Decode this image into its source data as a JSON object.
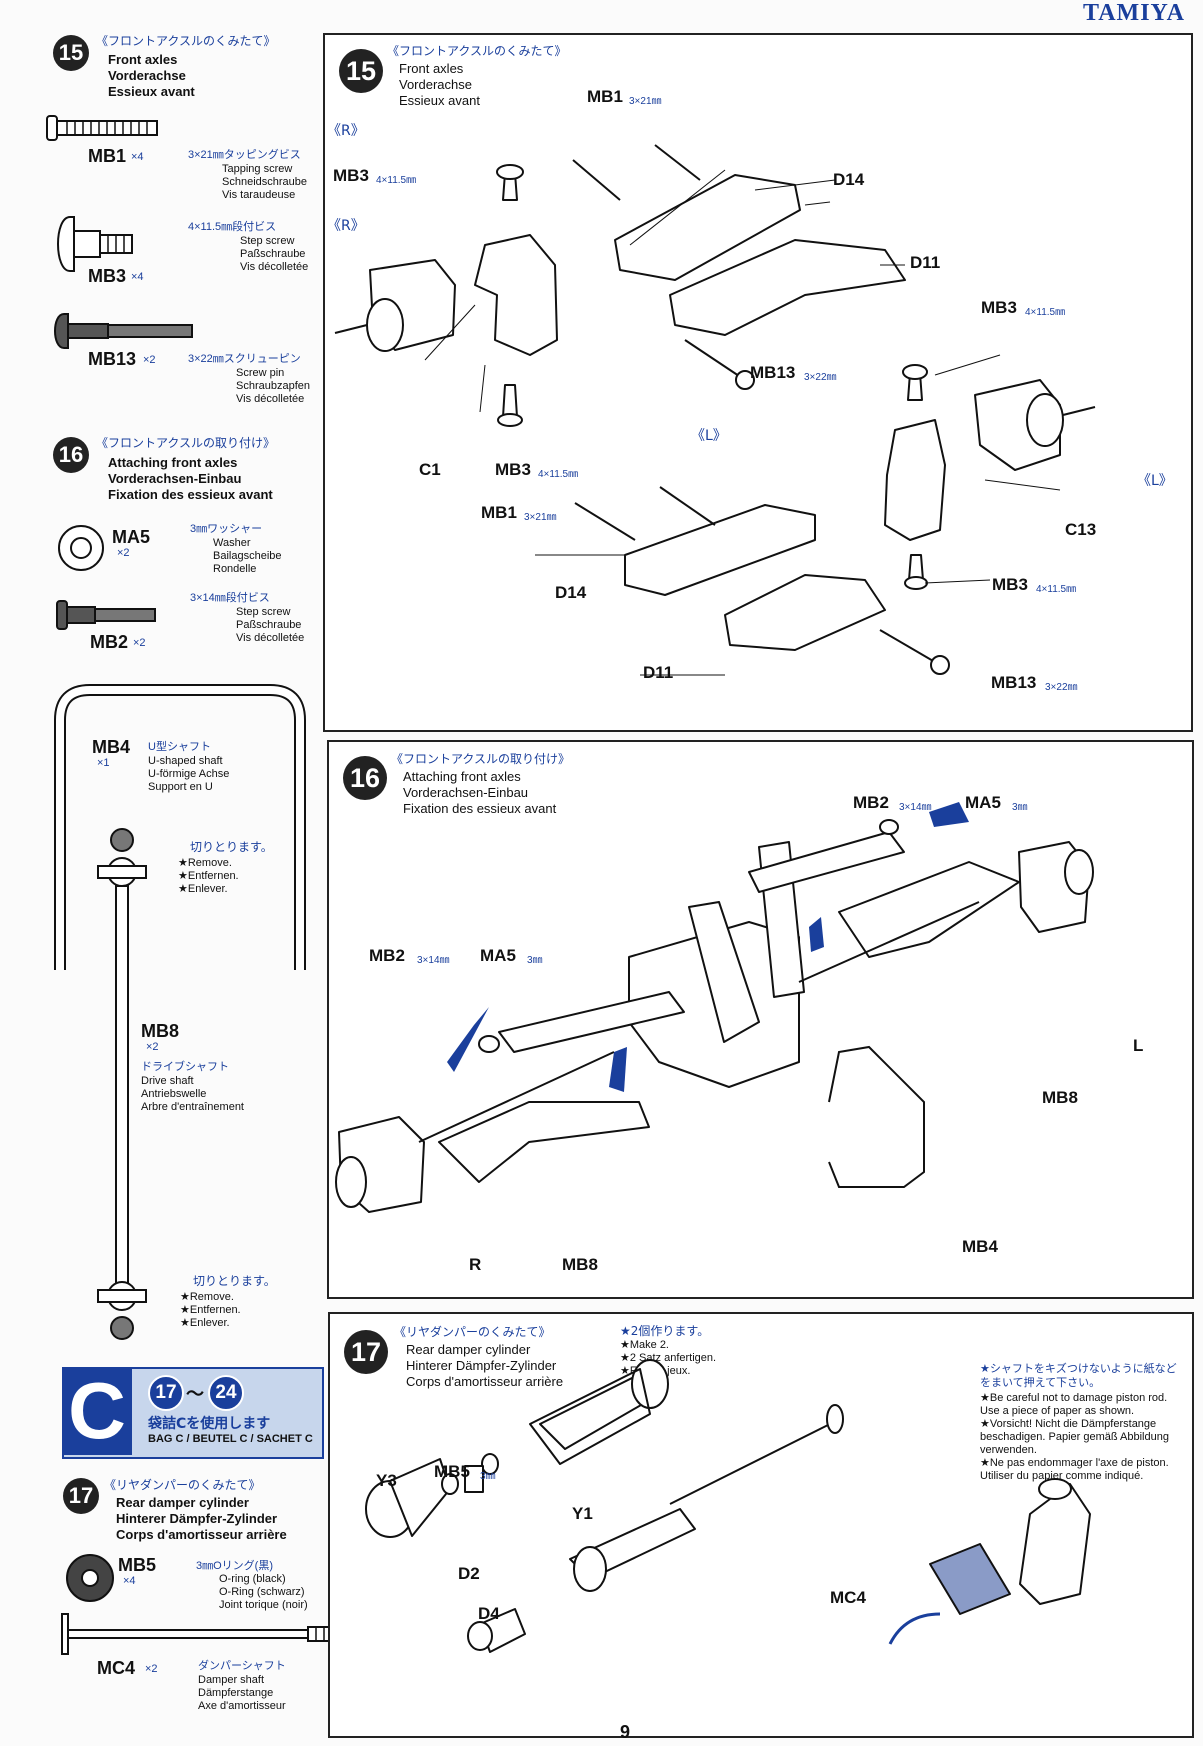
{
  "brand": "TAMIYA",
  "page_number": "9",
  "colors": {
    "accent": "#1a3f9c",
    "ink": "#111111",
    "bag_bg": "#c7d6ec"
  },
  "sidebar": {
    "step15": {
      "num": "15",
      "jp": "《フロントアクスルのくみたて》",
      "en": "Front axles",
      "de": "Vorderachse",
      "fr": "Essieux avant",
      "parts": [
        {
          "code": "MB1",
          "qty": "×4",
          "spec": "3×21㎜タッピングビス",
          "t1": "Tapping screw",
          "t2": "Schneidschraube",
          "t3": "Vis taraudeuse"
        },
        {
          "code": "MB3",
          "qty": "×4",
          "spec": "4×11.5㎜段付ビス",
          "t1": "Step screw",
          "t2": "Paßschraube",
          "t3": "Vis décolletée"
        },
        {
          "code": "MB13",
          "qty": "×2",
          "spec": "3×22㎜スクリューピン",
          "t1": "Screw pin",
          "t2": "Schraubzapfen",
          "t3": "Vis décolletée"
        }
      ]
    },
    "step16": {
      "num": "16",
      "jp": "《フロントアクスルの取り付け》",
      "en": "Attaching front axles",
      "de": "Vorderachsen-Einbau",
      "fr": "Fixation des essieux avant",
      "parts": [
        {
          "code": "MA5",
          "qty": "×2",
          "spec": "3㎜ワッシャー",
          "t1": "Washer",
          "t2": "Bailagscheibe",
          "t3": "Rondelle"
        },
        {
          "code": "MB2",
          "qty": "×2",
          "spec": "3×14㎜段付ビス",
          "t1": "Step screw",
          "t2": "Paßschraube",
          "t3": "Vis décolletée"
        },
        {
          "code": "MB4",
          "qty": "×1",
          "spec": "U型シャフト",
          "t1": "U-shaped shaft",
          "t2": "U-förmige Achse",
          "t3": "Support en U"
        },
        {
          "code": "MB8",
          "qty": "×2",
          "spec": "ドライブシャフト",
          "t1": "Drive shaft",
          "t2": "Antriebswelle",
          "t3": "Arbre d'entraînement"
        }
      ],
      "remove_jp": "切りとります。",
      "remove_en": "★Remove.",
      "remove_de": "★Entfernen.",
      "remove_fr": "★Enlever."
    },
    "bag": {
      "letter": "C",
      "from": "17",
      "tilde": "～",
      "to": "24",
      "jp": "袋詰Cを使用します",
      "en": "BAG C / BEUTEL C / SACHET C"
    },
    "step17": {
      "num": "17",
      "jp": "《リヤダンパーのくみたて》",
      "en": "Rear damper cylinder",
      "de": "Hinterer Dämpfer-Zylinder",
      "fr": "Corps d'amortisseur arrière",
      "parts": [
        {
          "code": "MB5",
          "qty": "×4",
          "spec": "3㎜Oリング(黒)",
          "t1": "O-ring (black)",
          "t2": "O-Ring (schwarz)",
          "t3": "Joint torique (noir)"
        },
        {
          "code": "MC4",
          "qty": "×2",
          "spec": "ダンパーシャフト",
          "t1": "Damper shaft",
          "t2": "Dämpferstange",
          "t3": "Axe d'amortisseur"
        }
      ]
    }
  },
  "panel15": {
    "num": "15",
    "jp": "《フロントアクスルのくみたて》",
    "en": "Front axles",
    "de": "Vorderachse",
    "fr": "Essieux avant",
    "labels": {
      "R_top": "《R》",
      "R_mid": "《R》",
      "L_mid": "《L》",
      "L_right": "《L》",
      "MB1_a": "MB1",
      "MB1_a_spec": "3×21㎜",
      "MB3_a": "MB3",
      "MB3_a_spec": "4×11.5㎜",
      "D14_a": "D14",
      "D11_a": "D11",
      "MB13_a": "MB13",
      "MB13_a_spec": "3×22㎜",
      "MB3_b": "MB3",
      "MB3_b_spec": "4×11.5㎜",
      "C1": "C1",
      "MB3_c": "MB3",
      "MB3_c_spec": "4×11.5㎜",
      "MB1_b": "MB1",
      "MB1_b_spec": "3×21㎜",
      "C13": "C13",
      "D14_b": "D14",
      "MB3_d": "MB3",
      "MB3_d_spec": "4×11.5㎜",
      "D11_b": "D11",
      "MB13_b": "MB13",
      "MB13_b_spec": "3×22㎜"
    }
  },
  "panel16": {
    "num": "16",
    "jp": "《フロントアクスルの取り付け》",
    "en": "Attaching front axles",
    "de": "Vorderachsen-Einbau",
    "fr": "Fixation des essieux avant",
    "labels": {
      "MB2_r": "MB2",
      "MB2_r_spec": "3×14㎜",
      "MA5_r": "MA5",
      "MA5_r_spec": "3㎜",
      "MB2_l": "MB2",
      "MB2_l_spec": "3×14㎜",
      "MA5_l": "MA5",
      "MA5_l_spec": "3㎜",
      "L": "L",
      "MB8_r": "MB8",
      "MB4": "MB4",
      "R": "R",
      "MB8_l": "MB8"
    }
  },
  "panel17": {
    "num": "17",
    "jp": "《リヤダンパーのくみたて》",
    "en": "Rear damper cylinder",
    "de": "Hinterer Dämpfer-Zylinder",
    "fr": "Corps d'amortisseur arrière",
    "make_jp": "★2個作ります。",
    "make_en": "★Make 2.",
    "make_de": "★2 Satz anfertigen.",
    "make_fr": "★Faire 2 jeux.",
    "note_jp": "★シャフトをキズつけないように紙などをまいて押えて下さい。",
    "note_en": "★Be careful not to damage piston rod. Use a piece of paper as shown.",
    "note_de": "★Vorsicht! Nicht die Dämpferstange beschadigen. Papier gemäß Abbildung verwenden.",
    "note_fr": "★Ne pas endommager l'axe de piston. Utiliser du papier comme indiqué.",
    "labels": {
      "MB5": "MB5",
      "MB5_spec": "3㎜",
      "Y3": "Y3",
      "Y1": "Y1",
      "D2": "D2",
      "D4": "D4",
      "MC4": "MC4"
    }
  }
}
